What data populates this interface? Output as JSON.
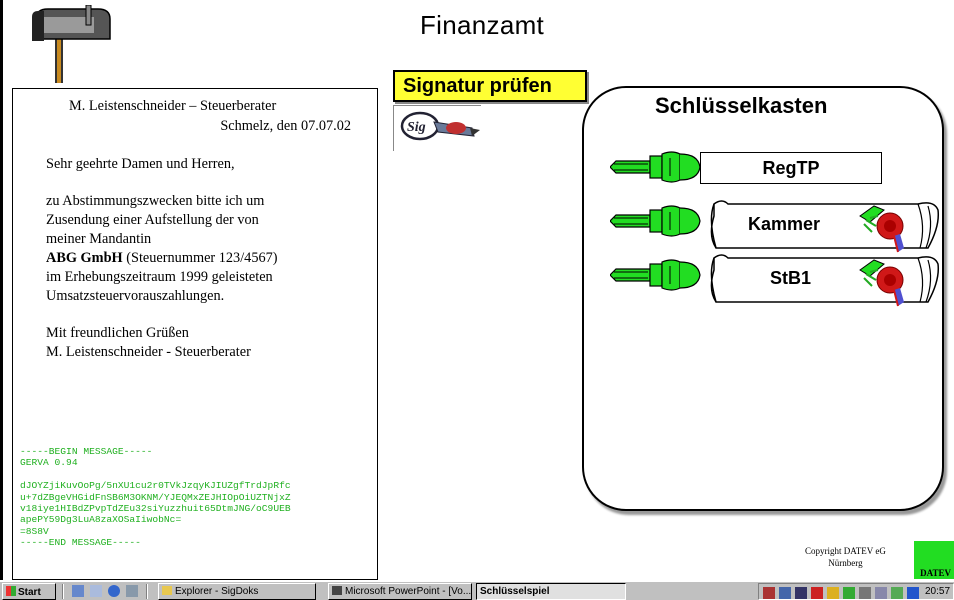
{
  "app": {
    "title": "Finanzamt"
  },
  "letter": {
    "header_line1": "M. Leistenschneider – Steuerberater",
    "header_line2": "Schmelz, den 07.07.02",
    "salutation": "Sehr geehrte Damen und Herren,",
    "body_p1": "zu Abstimmungszwecken bitte ich um\nZusendung einer Aufstellung der von\nmeiner  Mandantin",
    "company": "ABG GmbH",
    "company_rest": " (Steuernummer 123/4567)",
    "body_p2": "im Erhebungszeitraum 1999 geleisteten\nUmsatzsteuervorauszahlungen.",
    "closing": "Mit freundlichen Grüßen\nM. Leistenschneider - Steuerberater",
    "signature_block": "-----BEGIN MESSAGE-----\nGERVA 0.94\n\ndJOYZjiKuvOoPg/5nXU1cu2r0TVkJzqyKJIUZgfTrdJpRfc\nu+7dZBgeVHGidFnSB6M3OKNM/YJEQMxZEJHIOpOiUZTNjxZ\nv18iye1HIBdZPvpTdZEu32siYuzzhuit65DtmJNG/oC9UEB\napePY59Dg3LuA8zaXOSaIiwobNc=\n=8S8V\n-----END MESSAGE-----"
  },
  "signatur_button": {
    "label": "Signatur prüfen"
  },
  "schluesselkasten": {
    "title": "Schlüsselkasten",
    "keys": [
      {
        "label": "RegTP",
        "kind": "box"
      },
      {
        "label": "Kammer",
        "kind": "certificate"
      },
      {
        "label": "StB1",
        "kind": "certificate"
      }
    ]
  },
  "footer": {
    "copyright_line1": "Copyright DATEV eG",
    "copyright_line2": "Nürnberg",
    "logo_text": "DATEV"
  },
  "taskbar": {
    "start_label": "Start",
    "buttons": [
      "Explorer - SigDoks",
      "Microsoft PowerPoint - [Vo...",
      "Schlüsselspiel"
    ],
    "clock": "20:57"
  },
  "colors": {
    "key_green": "#22dd22",
    "button_yellow": "#ffff33",
    "signature_green": "#20b020"
  }
}
